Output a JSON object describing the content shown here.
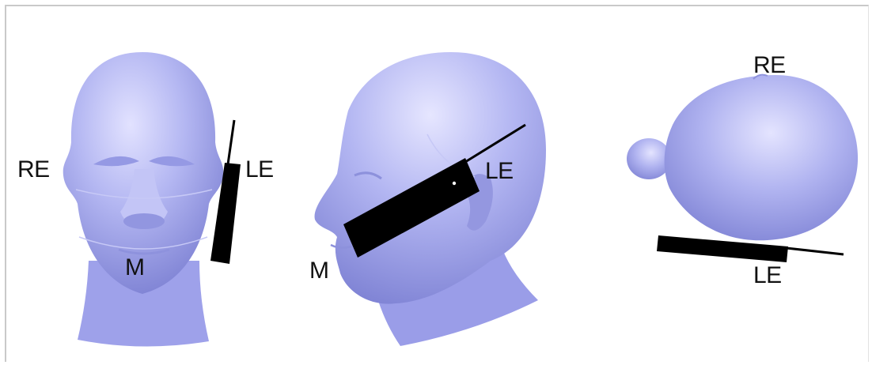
{
  "figure": {
    "views": [
      {
        "id": "front",
        "labels": {
          "right_ear": "RE",
          "left_ear": "LE",
          "mouth": "M"
        }
      },
      {
        "id": "side",
        "labels": {
          "left_ear": "LE",
          "mouth": "M"
        }
      },
      {
        "id": "top",
        "labels": {
          "right_ear": "RE",
          "left_ear": "LE"
        }
      }
    ],
    "colors": {
      "head_fill": "#a9acef",
      "head_highlight": "#dcdcff",
      "head_shadow": "#7f83d6",
      "phone": "#000000",
      "label": "#111111"
    }
  }
}
